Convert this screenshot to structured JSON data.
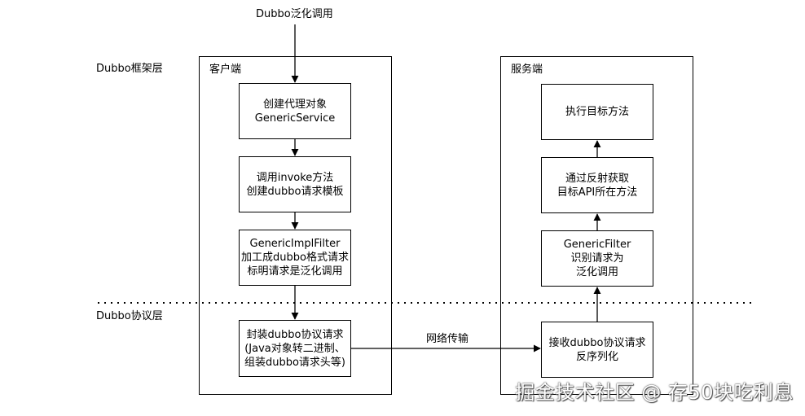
{
  "top_label": "Dubbo泛化调用",
  "layers": {
    "framework": "Dubbo框架层",
    "protocol": "Dubbo协议层"
  },
  "client": {
    "title": "客户端",
    "nodes": [
      {
        "lines": [
          "创建代理对象",
          "GenericService"
        ]
      },
      {
        "lines": [
          "调用invoke方法",
          "创建dubbo请求模板"
        ]
      },
      {
        "lines": [
          "GenericImplFilter",
          "加工成dubbo格式请求",
          "标明请求是泛化调用"
        ]
      },
      {
        "lines": [
          "封装dubbo协议请求",
          "(Java对象转二进制、",
          "组装dubbo请求头等)"
        ]
      }
    ]
  },
  "server": {
    "title": "服务端",
    "nodes": [
      {
        "lines": [
          "执行目标方法"
        ]
      },
      {
        "lines": [
          "通过反射获取",
          "目标API所在方法"
        ]
      },
      {
        "lines": [
          "GenericFilter",
          "识别请求为",
          "泛化调用"
        ]
      },
      {
        "lines": [
          "接收dubbo协议请求",
          "反序列化"
        ]
      }
    ]
  },
  "network_label": "网络传输",
  "watermark": "掘金技术社区 @ 存50块吃利息"
}
